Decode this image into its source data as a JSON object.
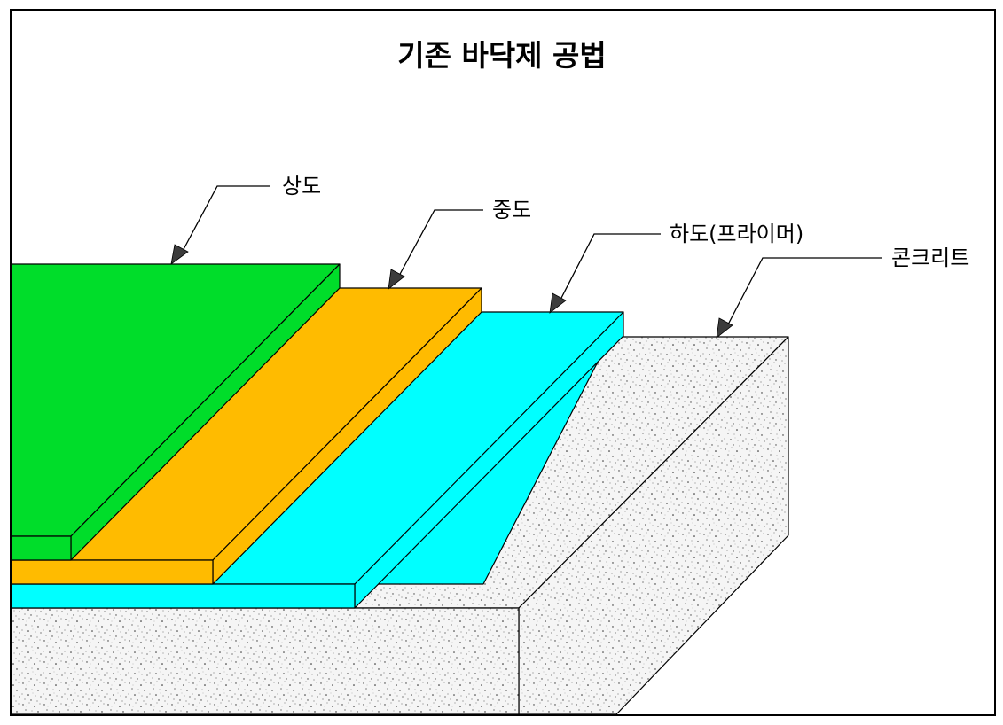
{
  "diagram": {
    "title": "기존 바닥제 공법",
    "layers": [
      {
        "id": "top",
        "label": "상도",
        "color": "#00dd2a"
      },
      {
        "id": "middle",
        "label": "중도",
        "color": "#ffbb00"
      },
      {
        "id": "primer",
        "label": "하도(프라이머)",
        "color": "#00ffff"
      },
      {
        "id": "concrete",
        "label": "콘크리트",
        "color": "#f4f4f4"
      }
    ]
  }
}
